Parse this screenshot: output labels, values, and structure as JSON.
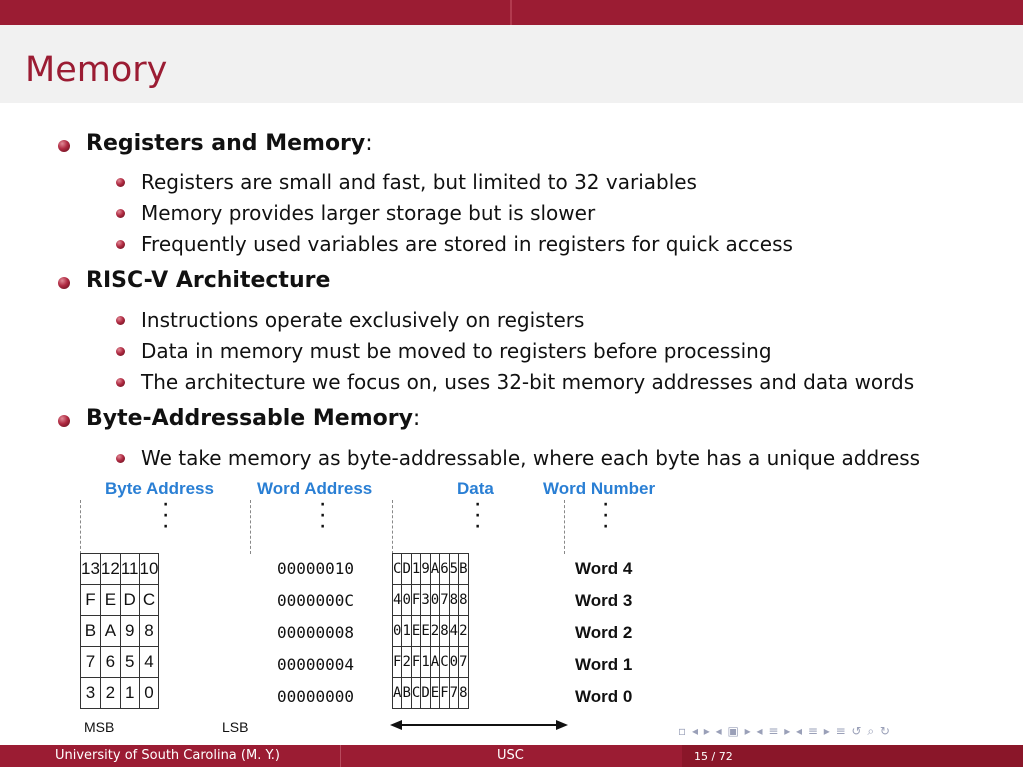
{
  "slide": {
    "title": "Memory"
  },
  "bullets": [
    {
      "label": "Registers and Memory",
      "suffix": ":",
      "sub": [
        "Registers are small and fast, but limited to 32 variables",
        "Memory provides larger storage but is slower",
        "Frequently used variables are stored in registers for quick access"
      ]
    },
    {
      "label": "RISC-V Architecture",
      "suffix": "",
      "sub": [
        "Instructions operate exclusively on registers",
        "Data in memory must be moved to registers before processing",
        "The architecture we focus on, uses 32-bit memory addresses and data words"
      ]
    },
    {
      "label": "Byte-Addressable Memory",
      "suffix": ":",
      "sub": [
        "We take memory as byte-addressable, where each byte has a unique address"
      ]
    }
  ],
  "figure": {
    "headers": {
      "byte_address": "Byte Address",
      "word_address": "Word Address",
      "data": "Data",
      "word_number": "Word Number"
    },
    "rows": [
      {
        "bytes": [
          "13",
          "12",
          "11",
          "10"
        ],
        "word_address": "00000010",
        "data": [
          "C",
          "D",
          "1",
          "9",
          "A",
          "6",
          "5",
          "B"
        ],
        "word_number": "Word 4"
      },
      {
        "bytes": [
          "F",
          "E",
          "D",
          "C"
        ],
        "word_address": "0000000C",
        "data": [
          "4",
          "0",
          "F",
          "3",
          "0",
          "7",
          "8",
          "8"
        ],
        "word_number": "Word 3"
      },
      {
        "bytes": [
          "B",
          "A",
          "9",
          "8"
        ],
        "word_address": "00000008",
        "data": [
          "0",
          "1",
          "E",
          "E",
          "2",
          "8",
          "4",
          "2"
        ],
        "word_number": "Word 2"
      },
      {
        "bytes": [
          "7",
          "6",
          "5",
          "4"
        ],
        "word_address": "00000004",
        "data": [
          "F",
          "2",
          "F",
          "1",
          "A",
          "C",
          "0",
          "7"
        ],
        "word_number": "Word 1"
      },
      {
        "bytes": [
          "3",
          "2",
          "1",
          "0"
        ],
        "word_address": "00000000",
        "data": [
          "A",
          "B",
          "C",
          "D",
          "E",
          "F",
          "7",
          "8"
        ],
        "word_number": "Word 0"
      }
    ],
    "msb_label": "MSB",
    "lsb_label": "LSB"
  },
  "footer": {
    "left": "University of South Carolina  (M. Y.)",
    "center": "USC",
    "page": "15 / 72"
  }
}
